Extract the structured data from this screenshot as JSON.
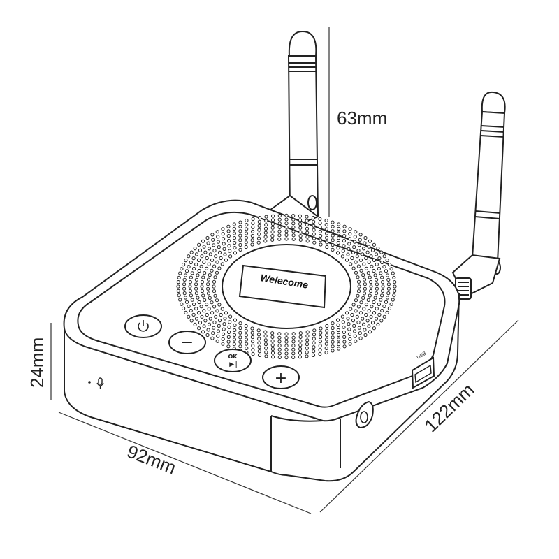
{
  "dimensions": {
    "antenna_height": "63mm",
    "device_height": "24mm",
    "device_width": "92mm",
    "device_depth": "122mm"
  },
  "display": {
    "text": "Welecome"
  },
  "buttons": {
    "ok_label": "OK",
    "ok_play_pause_glyph": "▶‖",
    "minus_glyph": "−",
    "plus_glyph": "+"
  },
  "ports": {
    "usb_label": "USB"
  }
}
